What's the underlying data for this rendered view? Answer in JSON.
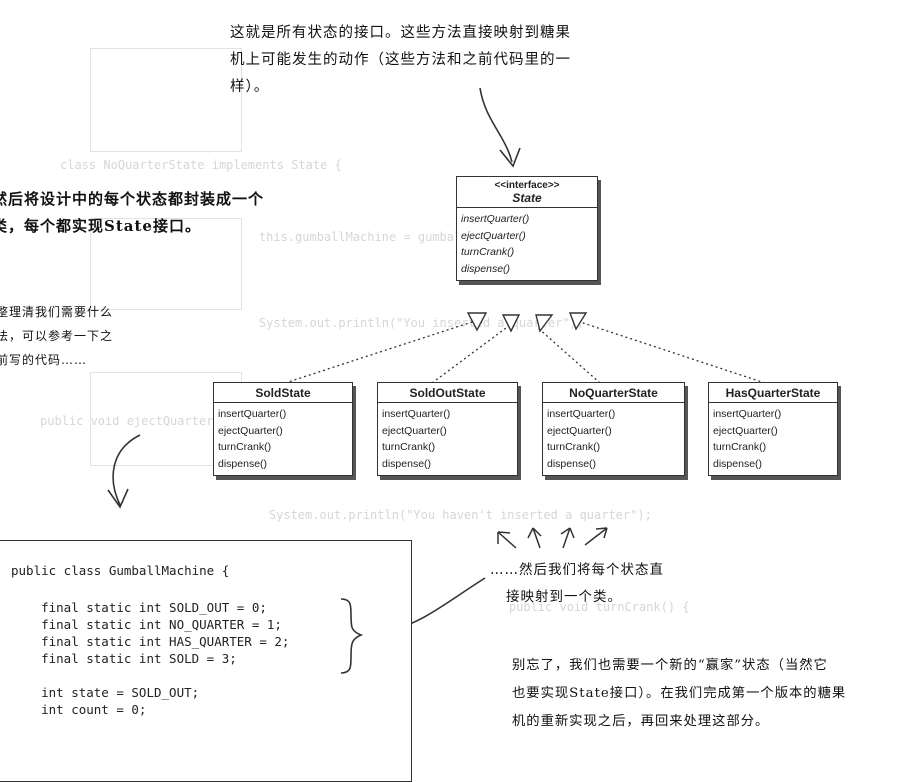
{
  "annotations": {
    "top_note": [
      "这就是所有状态的接口。这些方法直接映射到糖果",
      "机上可能发生的动作（这些方法和之前代码里的一",
      "样）。"
    ],
    "left_note_1": [
      "然后将设计中的每个状态都封装成一个",
      "类，每个都实现State接口。"
    ],
    "left_note_2": [
      "整理清我们需要什么",
      "法，可以参考一下之",
      "前写的代码……"
    ],
    "map_note": [
      "……然后我们将每个状态直",
      "接映射到一个类。"
    ],
    "winner_note": [
      "别忘了，我们也需要一个新的“赢家”状态（当然它",
      "也要实现State接口）。在我们完成第一个版本的糖果",
      "机的重新实现之后，再回来处理这部分。"
    ]
  },
  "interface_box": {
    "stereotype": "<<interface>>",
    "name": "State",
    "methods": [
      "insertQuarter()",
      "ejectQuarter()",
      "turnCrank()",
      "dispense()"
    ]
  },
  "classes": [
    {
      "name": "SoldState",
      "methods": [
        "insertQuarter()",
        "ejectQuarter()",
        "turnCrank()",
        "dispense()"
      ]
    },
    {
      "name": "SoldOutState",
      "methods": [
        "insertQuarter()",
        "ejectQuarter()",
        "turnCrank()",
        "dispense()"
      ]
    },
    {
      "name": "NoQuarterState",
      "methods": [
        "insertQuarter()",
        "ejectQuarter()",
        "turnCrank()",
        "dispense()"
      ]
    },
    {
      "name": "HasQuarterState",
      "methods": [
        "insertQuarter()",
        "ejectQuarter()",
        "turnCrank()",
        "dispense()"
      ]
    }
  ],
  "code_lines": [
    "public class GumballMachine {",
    "",
    "    final static int SOLD_OUT = 0;",
    "    final static int NO_QUARTER = 1;",
    "    final static int HAS_QUARTER = 2;",
    "    final static int SOLD = 3;",
    "",
    "    int state = SOLD_OUT;",
    "    int count = 0;"
  ]
}
